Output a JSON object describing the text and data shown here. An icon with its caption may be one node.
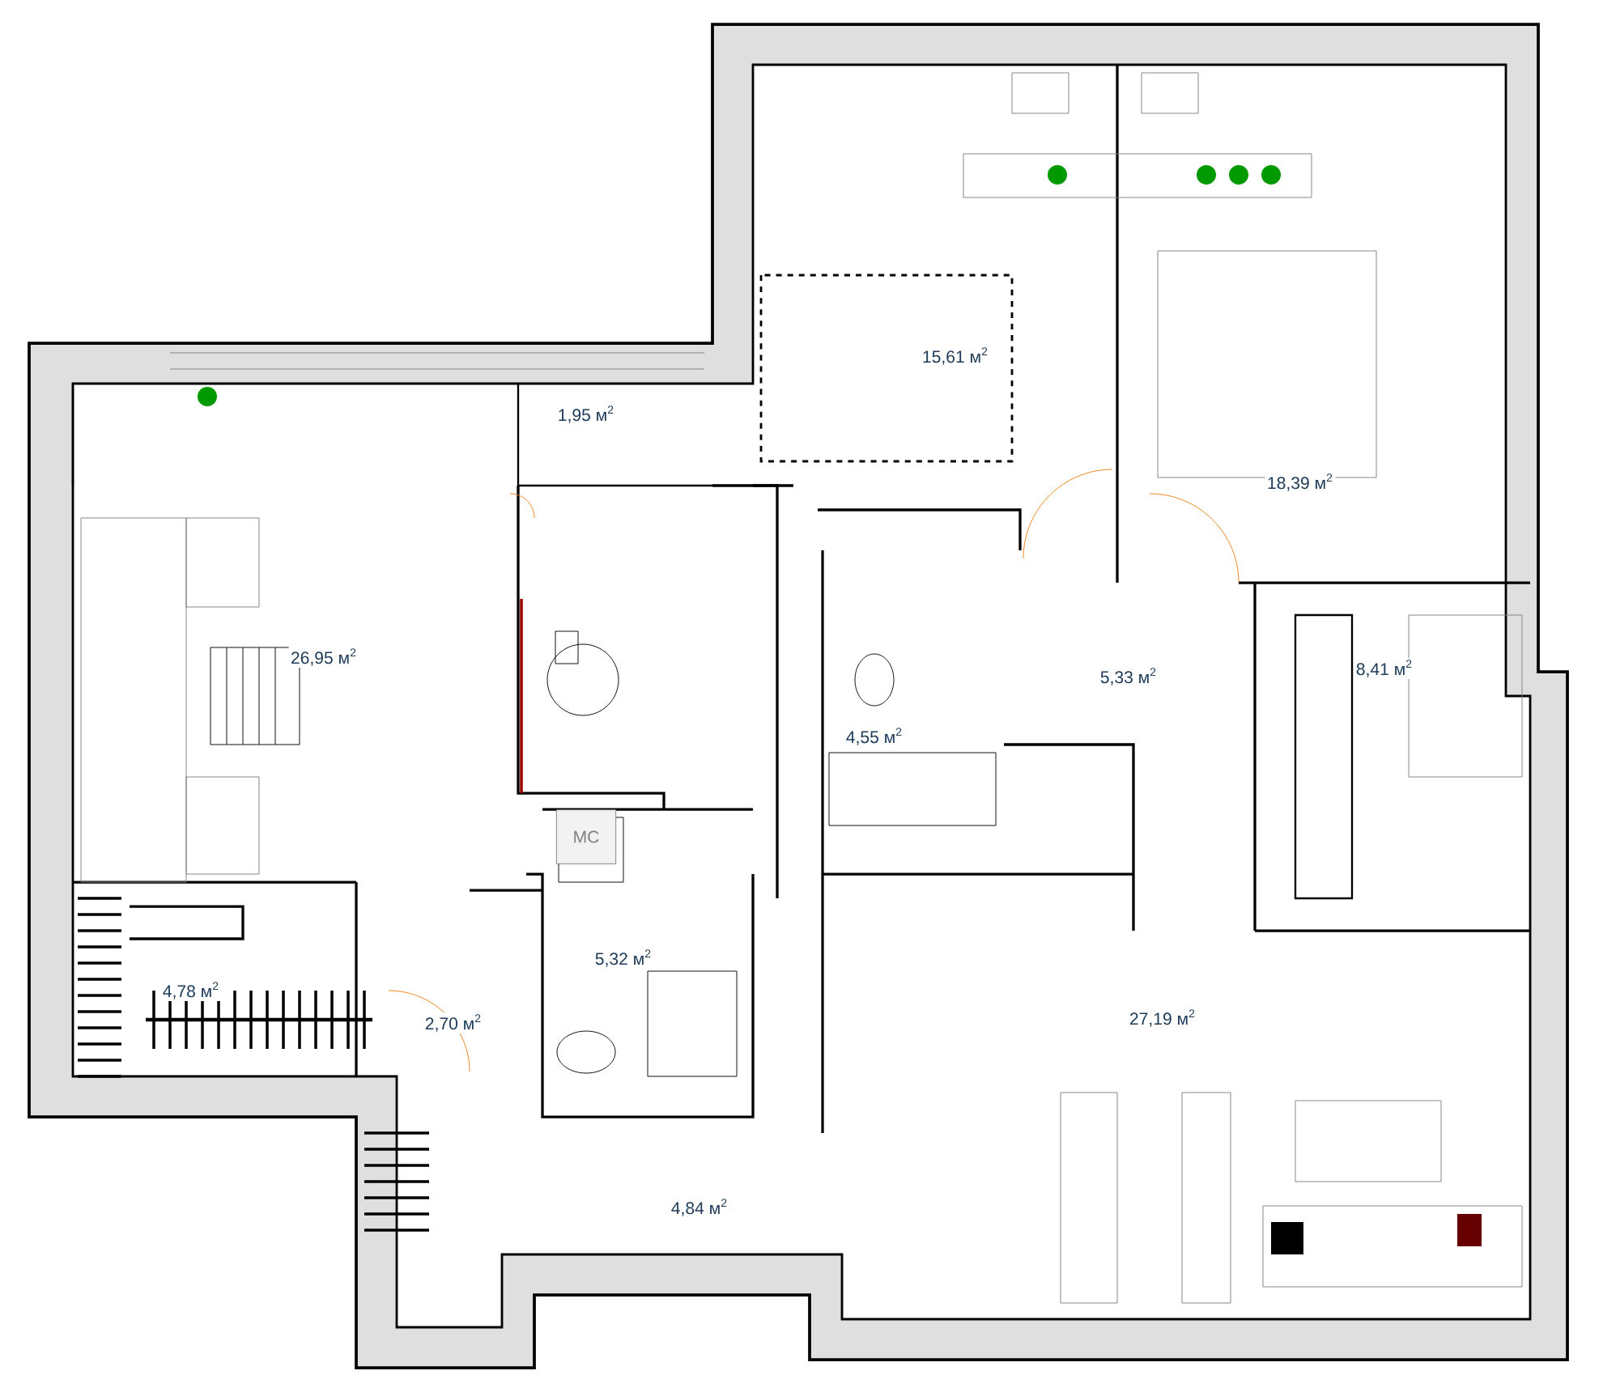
{
  "diagram": {
    "labels": [
      "1,95 м$^{2}$",
      "15,61 м$^{2}$",
      "18,39 м$^{2}$",
      "26,95 м$^{2}$",
      "5,33 м$^{2}$",
      "8,41 м$^{2}$",
      "4,55 м$^{2}$",
      "МС",
      "5,32 м$^{2}$",
      "4,78 м$^{2}$",
      "2,70 м$^{2}$",
      "27,19 м$^{2}$",
      "4,84 м$^{2}$"
    ]
  }
}
